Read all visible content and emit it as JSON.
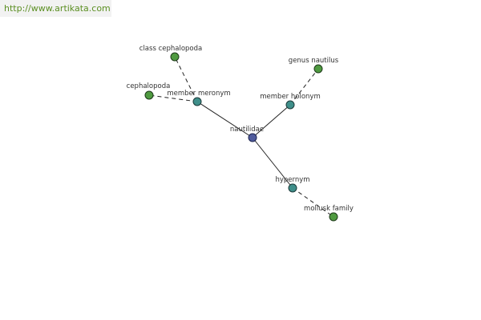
{
  "source": {
    "url": "http://www.artikata.com"
  },
  "graph": {
    "center": {
      "label": "nautilidae",
      "color": "#4f5b9c"
    },
    "relations": {
      "member_meronym": {
        "label": "member meronym",
        "color": "#3f8f8a"
      },
      "member_holonym": {
        "label": "member holonym",
        "color": "#3f8f8a"
      },
      "hypernym": {
        "label": "hypernym",
        "color": "#3f8f8a"
      }
    },
    "terms": {
      "class_cephalopoda": {
        "label": "class cephalopoda",
        "color": "#4f9a40"
      },
      "cephalopoda": {
        "label": "cephalopoda",
        "color": "#4f9a40"
      },
      "genus_nautilus": {
        "label": "genus nautilus",
        "color": "#4f9a40"
      },
      "mollusk_family": {
        "label": "mollusk family",
        "color": "#4f9a40"
      }
    }
  }
}
